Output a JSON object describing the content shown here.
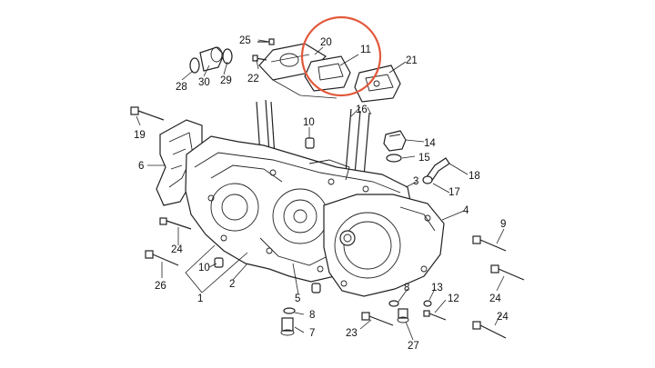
{
  "diagram": {
    "highlight_color": "#e2583a",
    "callouts": [
      {
        "id": "c1",
        "text": "1"
      },
      {
        "id": "c2",
        "text": "2"
      },
      {
        "id": "c3",
        "text": "3"
      },
      {
        "id": "c4",
        "text": "4"
      },
      {
        "id": "c5",
        "text": "5"
      },
      {
        "id": "c6",
        "text": "6"
      },
      {
        "id": "c7",
        "text": "7"
      },
      {
        "id": "c8a",
        "text": "8"
      },
      {
        "id": "c8b",
        "text": "8"
      },
      {
        "id": "c9",
        "text": "9"
      },
      {
        "id": "c10a",
        "text": "10"
      },
      {
        "id": "c10b",
        "text": "10"
      },
      {
        "id": "c11",
        "text": "11"
      },
      {
        "id": "c12",
        "text": "12"
      },
      {
        "id": "c13",
        "text": "13"
      },
      {
        "id": "c14",
        "text": "14"
      },
      {
        "id": "c15",
        "text": "15"
      },
      {
        "id": "c16",
        "text": "16"
      },
      {
        "id": "c17",
        "text": "17"
      },
      {
        "id": "c18",
        "text": "18"
      },
      {
        "id": "c19",
        "text": "19"
      },
      {
        "id": "c20",
        "text": "20"
      },
      {
        "id": "c21",
        "text": "21"
      },
      {
        "id": "c22",
        "text": "22"
      },
      {
        "id": "c23",
        "text": "23"
      },
      {
        "id": "c24a",
        "text": "24"
      },
      {
        "id": "c24b",
        "text": "24"
      },
      {
        "id": "c24c",
        "text": "24"
      },
      {
        "id": "c25",
        "text": "25"
      },
      {
        "id": "c26",
        "text": "26"
      },
      {
        "id": "c27",
        "text": "27"
      },
      {
        "id": "c28",
        "text": "28"
      },
      {
        "id": "c29",
        "text": "29"
      },
      {
        "id": "c30",
        "text": "30"
      }
    ]
  }
}
